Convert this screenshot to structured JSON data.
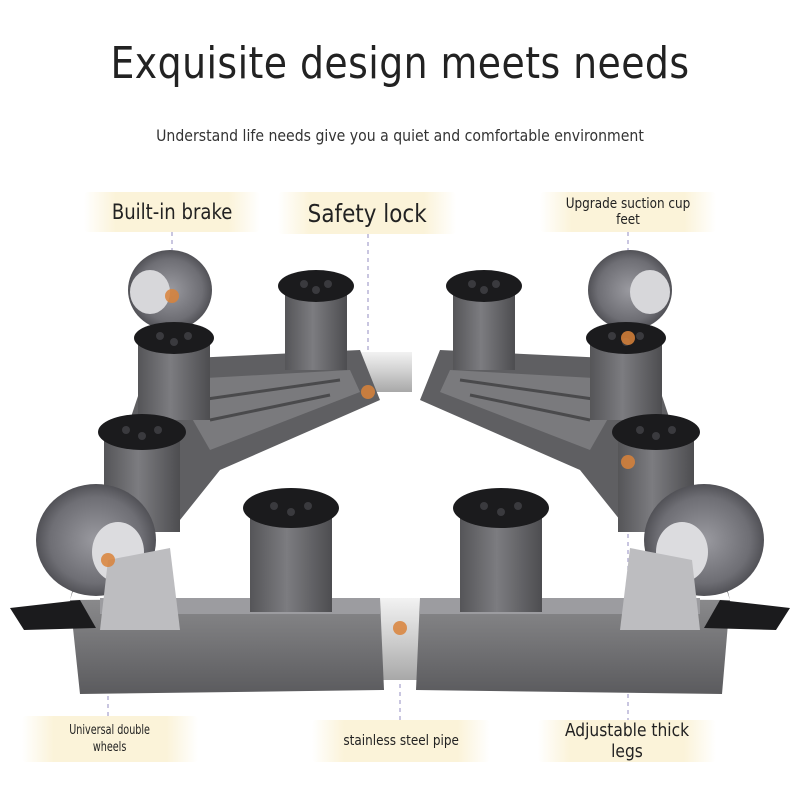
{
  "title": "Exquisite design meets needs",
  "subtitle": "Understand life needs give you a quiet and comfortable environment",
  "labels": {
    "brake": "Built-in brake",
    "lock": "Safety lock",
    "feet": "Upgrade suction cup feet",
    "wheels_line1": "Universal double",
    "wheels_line2": "wheels",
    "pipe": "stainless steel pipe",
    "legs": "Adjustable thick legs"
  },
  "colors": {
    "label_bg": "#fbf3d9",
    "accent_dot": "#d9823a",
    "plastic": "#6e6e70",
    "plastic_dark": "#4a4a4c",
    "pad": "#1b1b1d",
    "steel": "#d8d8d8",
    "dash": "#b7b4d6"
  }
}
